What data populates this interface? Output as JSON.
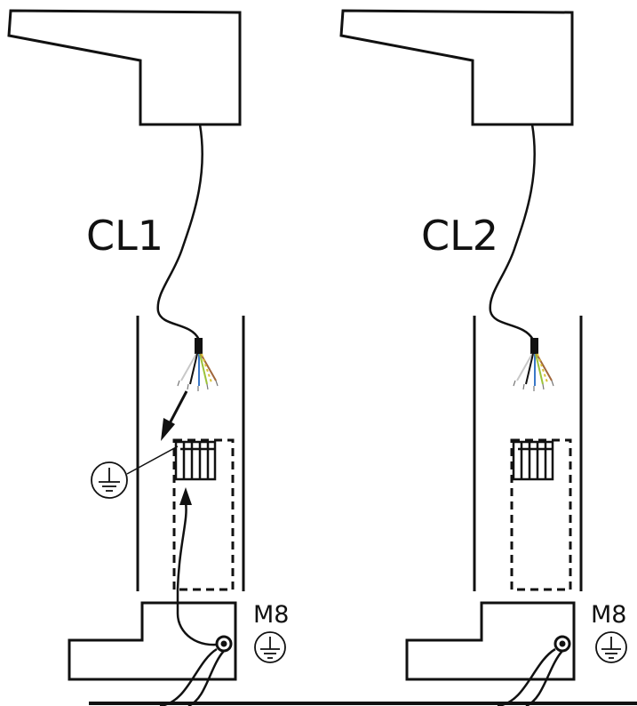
{
  "diagram": {
    "units": [
      {
        "id": "cl1",
        "label": "CL1",
        "connector_label": "M8"
      },
      {
        "id": "cl2",
        "label": "CL2",
        "connector_label": "M8"
      }
    ],
    "icons": {
      "ground": "ground-symbol-icon"
    },
    "colors": {
      "line": "#111111",
      "wire_white": "#cccccc",
      "wire_black": "#111111",
      "wire_blue": "#3a78c8",
      "wire_yellow_green": "#9cc23a",
      "wire_brown": "#a0663a"
    }
  }
}
